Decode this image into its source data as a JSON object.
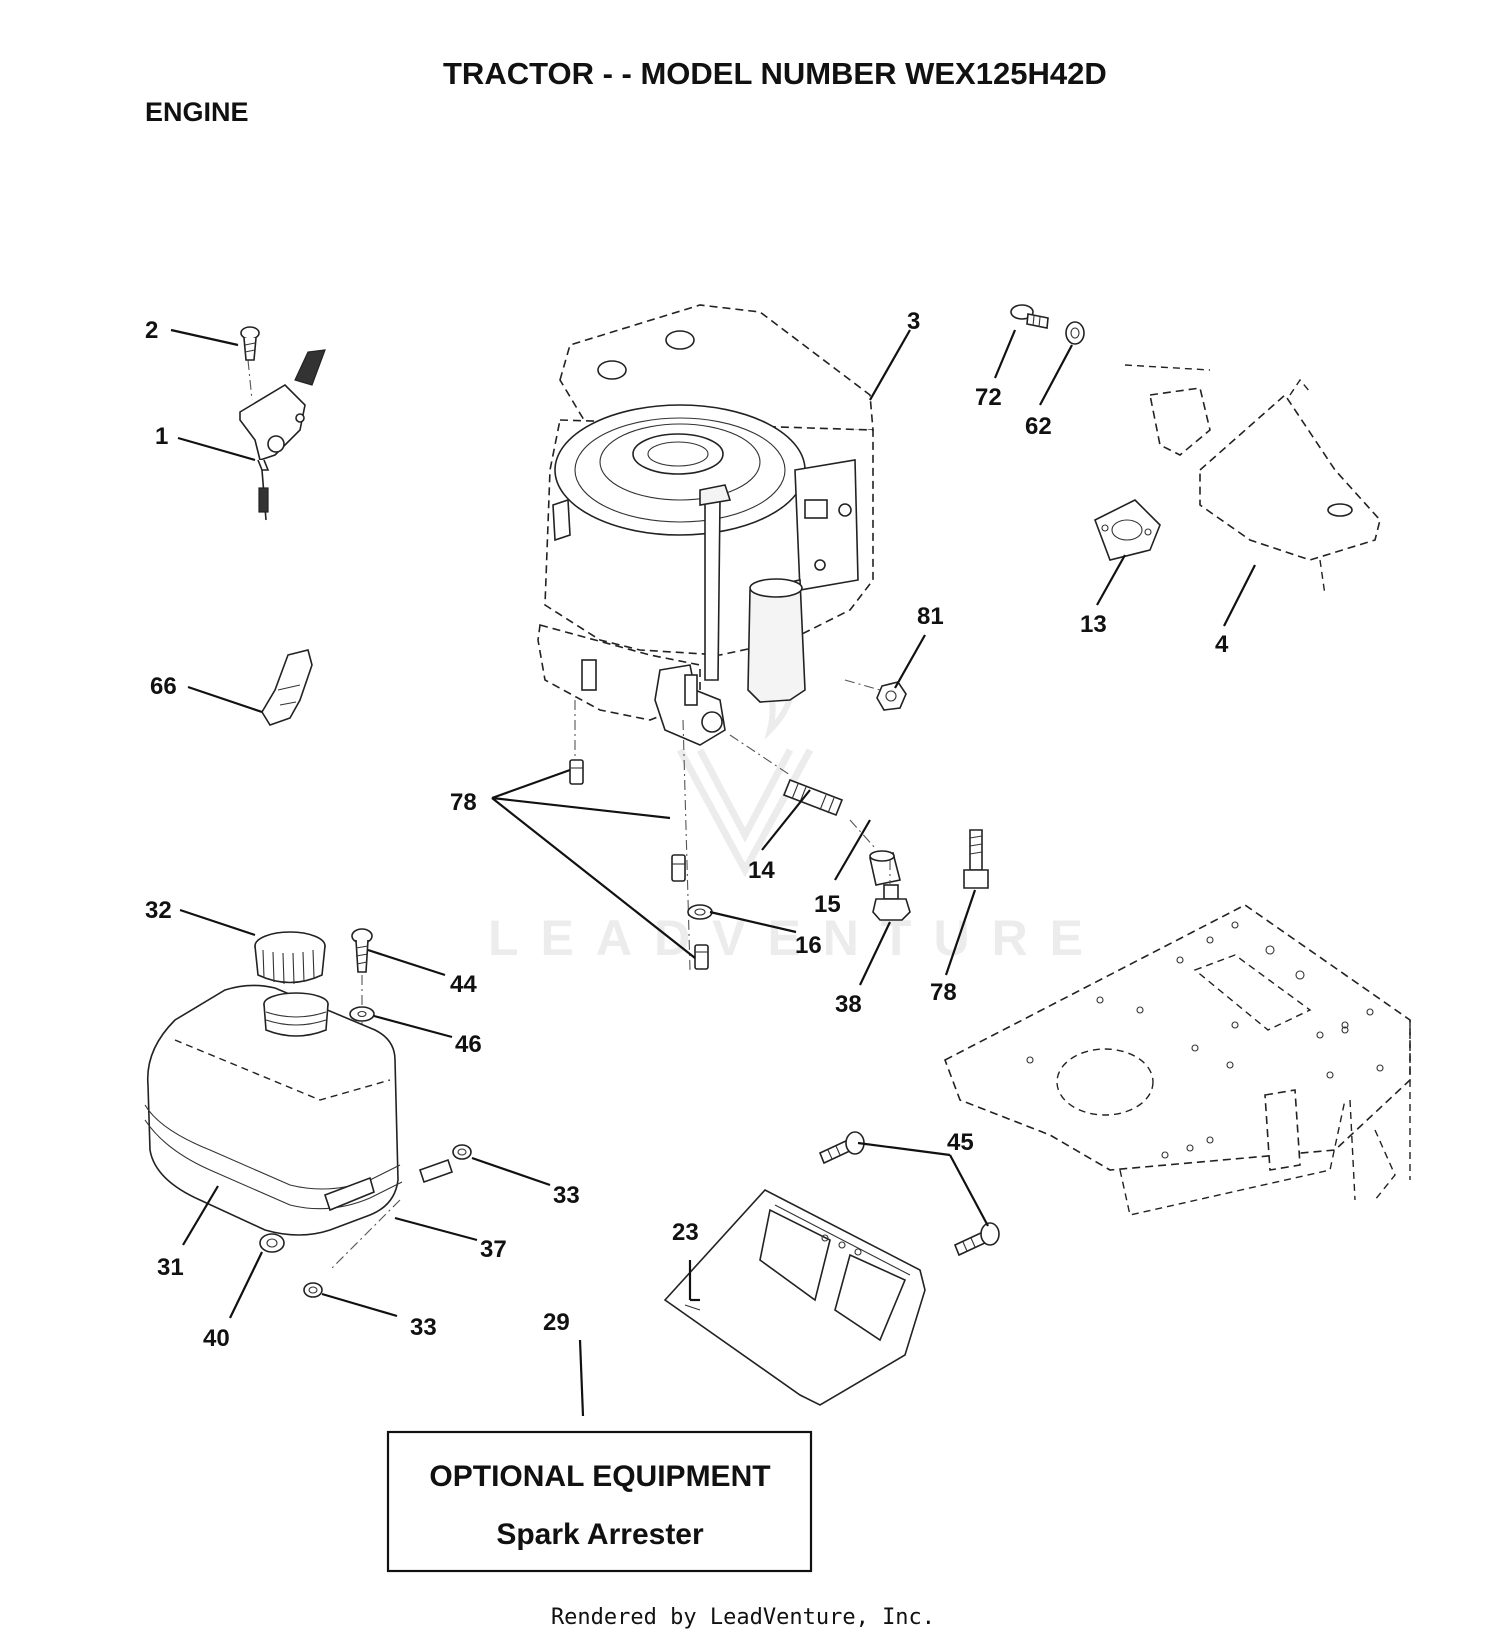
{
  "header": {
    "title": "TRACTOR - - MODEL NUMBER WEX125H42D",
    "section": "ENGINE"
  },
  "watermark": "LEADVENTURE",
  "callouts": {
    "c1": "1",
    "c2": "2",
    "c3": "3",
    "c4": "4",
    "c13": "13",
    "c14": "14",
    "c15": "15",
    "c16": "16",
    "c23": "23",
    "c29": "29",
    "c31": "31",
    "c32": "32",
    "c33a": "33",
    "c33b": "33",
    "c37": "37",
    "c38": "38",
    "c40": "40",
    "c44": "44",
    "c45": "45",
    "c46": "46",
    "c62": "62",
    "c66": "66",
    "c72": "72",
    "c78a": "78",
    "c78b": "78",
    "c81": "81"
  },
  "optional_box": {
    "line1": "OPTIONAL EQUIPMENT",
    "line2": "Spark Arrester"
  },
  "footer": "Rendered by LeadVenture, Inc."
}
